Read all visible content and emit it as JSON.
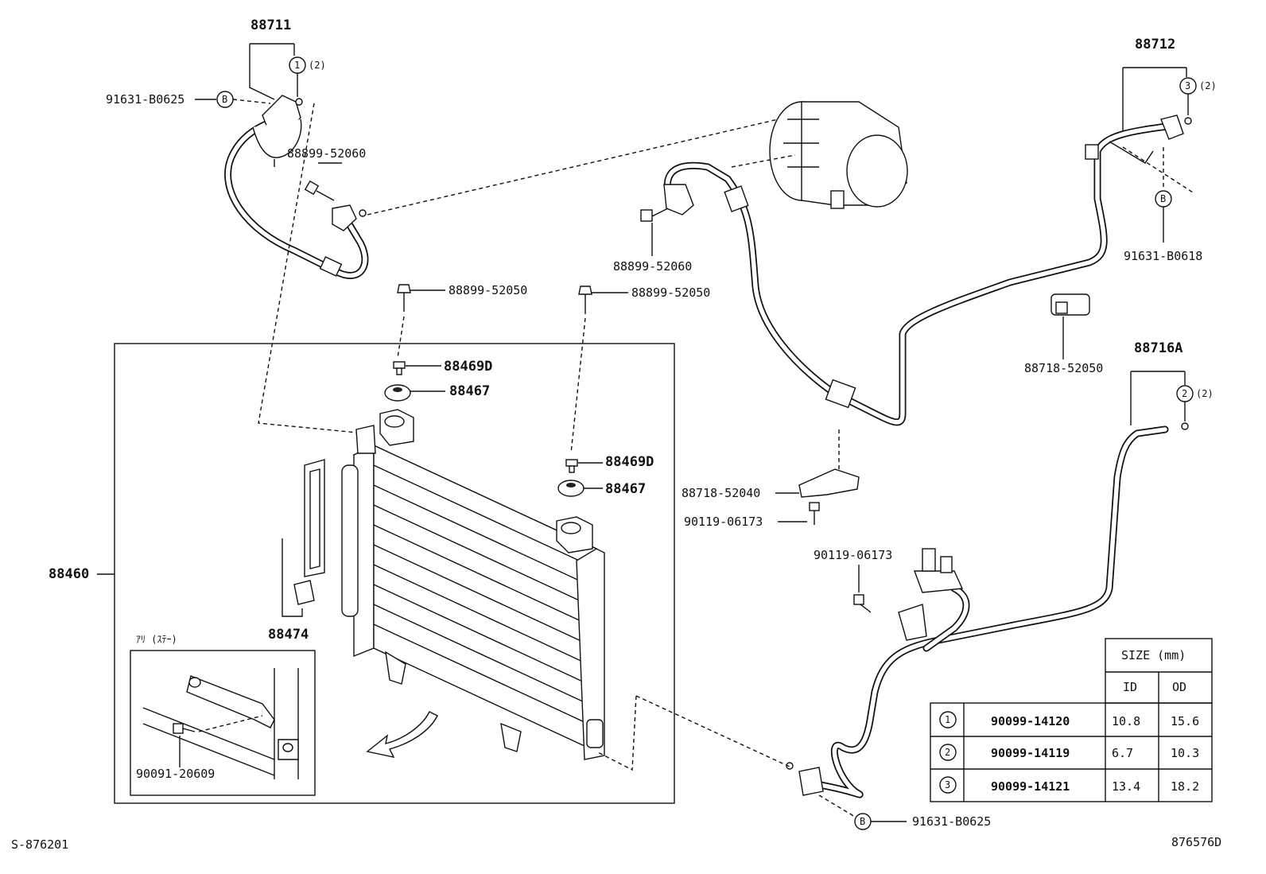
{
  "diagram": {
    "part_numbers": {
      "p88711": "88711",
      "p88712": "88712",
      "p88716A": "88716A",
      "p88460": "88460",
      "p88474": "88474",
      "p88469D_1": "88469D",
      "p88469D_2": "88469D",
      "p88467_1": "88467",
      "p88467_2": "88467",
      "p88899_52060_a": "88899-52060",
      "p88899_52060_b": "88899-52060",
      "p88899_52050_a": "88899-52050",
      "p88899_52050_b": "88899-52050",
      "p88718_52050": "88718-52050",
      "p88718_52040": "88718-52040",
      "p90119_06173_a": "90119-06173",
      "p90119_06173_b": "90119-06173",
      "p91631_B0625_top": "91631-B0625",
      "p91631_B0625_bottom": "91631-B0625",
      "p91631_B0618": "91631-B0618",
      "p90091_20609": "90091-20609"
    },
    "callouts": {
      "c1": "1",
      "c2": "2",
      "c3": "3",
      "qty_1": "(2)",
      "qty_2": "(2)",
      "qty_3": "(2)",
      "b_top": "B",
      "b_right": "B",
      "b_bottom": "B"
    },
    "inset_label": "ｱﾘ (ｽﾃｰ)",
    "sheet_code_left": "S-876201",
    "sheet_code_right": "876576D"
  },
  "size_table": {
    "title": "SIZE (mm)",
    "col_id": "ID",
    "col_od": "OD",
    "rows": [
      {
        "ref": "1",
        "part": "90099-14120",
        "id": "10.8",
        "od": "15.6"
      },
      {
        "ref": "2",
        "part": "90099-14119",
        "id": "6.7",
        "od": "10.3"
      },
      {
        "ref": "3",
        "part": "90099-14121",
        "id": "13.4",
        "od": "18.2"
      }
    ]
  }
}
